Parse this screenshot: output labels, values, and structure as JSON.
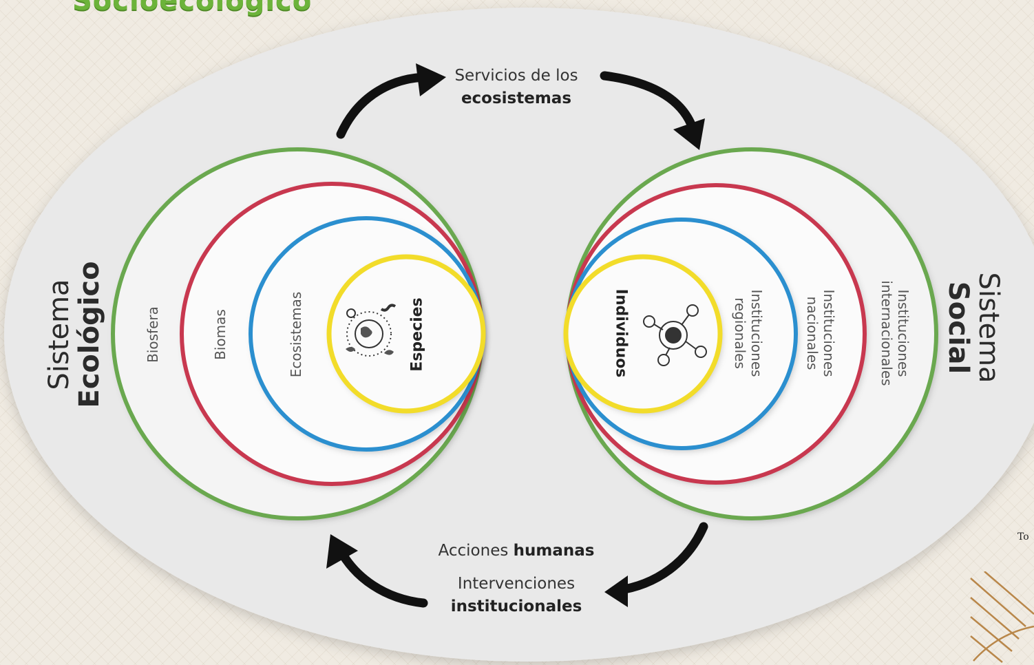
{
  "title": "Socioecológico",
  "arrows": {
    "top_line1": "Servicios de los",
    "top_line2": "ecosistemas",
    "bottom_a_normal": "Acciones",
    "bottom_a_bold": "humanas",
    "bottom_b_line1": "Intervenciones",
    "bottom_b_line2": "institucionales"
  },
  "ecological_system": {
    "label_line1": "Sistema",
    "label_line2": "Ecológico",
    "rings": [
      {
        "label": "Biosfera",
        "color": "#6aa84f"
      },
      {
        "label": "Biomas",
        "color": "#c8384f"
      },
      {
        "label": "Ecosistemas",
        "color": "#2b8fcf"
      },
      {
        "label": "Especies",
        "color": "#f2dc2a"
      }
    ],
    "icon": "globe-species-icon"
  },
  "social_system": {
    "label_line1": "Sistema",
    "label_line2": "Social",
    "rings": [
      {
        "label_line1": "Instituciones",
        "label_line2": "internacionales",
        "color": "#6aa84f"
      },
      {
        "label_line1": "Instituciones",
        "label_line2": "nacionales",
        "color": "#c8384f"
      },
      {
        "label_line1": "Instituciones",
        "label_line2": "regionales",
        "color": "#2b8fcf"
      },
      {
        "label": "Individuos",
        "color": "#f2dc2a"
      }
    ],
    "icon": "people-network-icon"
  },
  "side_text": "To",
  "colors": {
    "title_green": "#6cb33a",
    "ellipse_fill": "#e9e9e9",
    "background": "#f0ebe2"
  }
}
